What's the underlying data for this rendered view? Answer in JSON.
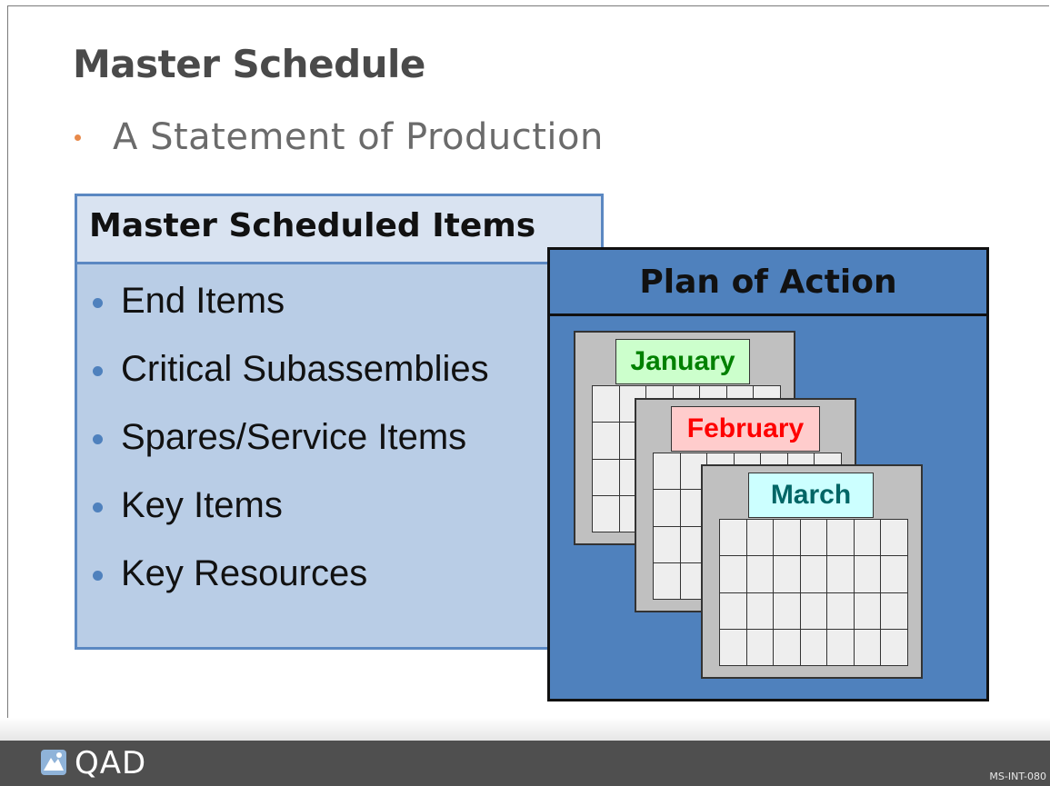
{
  "slide": {
    "title": "Master Schedule",
    "subtitle": "A Statement of Production"
  },
  "master_scheduled_items": {
    "title": "Master Scheduled Items",
    "items": [
      "End Items",
      "Critical Subassemblies",
      "Spares/Service Items",
      "Key Items",
      "Key Resources"
    ]
  },
  "plan_of_action": {
    "title": "Plan of Action",
    "calendars": [
      {
        "label": "January",
        "label_bg": "#ccffcc",
        "label_color": "#008000"
      },
      {
        "label": "February",
        "label_bg": "#ffcccc",
        "label_color": "#ff0000"
      },
      {
        "label": "March",
        "label_bg": "#ccffff",
        "label_color": "#006666"
      }
    ]
  },
  "footer": {
    "logo_text": "QAD",
    "slide_code": "MS-INT-080"
  },
  "colors": {
    "panel_blue": "#4f81bd",
    "panel_light": "#b9cde6",
    "bullet_orange": "#e8894a",
    "footer_bg": "#4f4f4f"
  }
}
